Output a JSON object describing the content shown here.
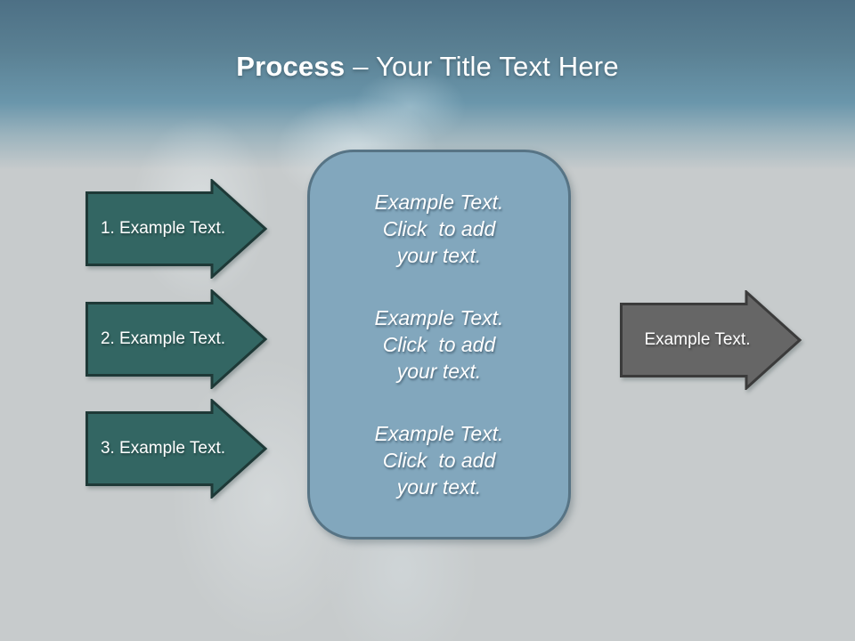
{
  "slide": {
    "title": {
      "bold": "Process",
      "rest": "– Your Title Text Here"
    },
    "steps": [
      {
        "label": "1. Example Text."
      },
      {
        "label": "2. Example Text."
      },
      {
        "label": "3. Example Text."
      }
    ],
    "center_box": {
      "items": [
        "Example Text.\nClick  to add\nyour text.",
        "Example Text.\nClick  to add\nyour text.",
        "Example Text.\nClick  to add\nyour text."
      ]
    },
    "result_arrow": {
      "label": "Example Text."
    },
    "colors": {
      "header_gradient_top": "#4D7085",
      "header_gradient_bottom": "#6A96AB",
      "background": "#C7CBCC",
      "step_arrow_fill": "#336663",
      "step_arrow_border": "#1E3937",
      "center_box_fill": "#82A7BD",
      "center_box_border": "#577485",
      "result_arrow_fill": "#666666",
      "result_arrow_border": "#3B3B3B",
      "text": "#FFFFFF"
    }
  }
}
